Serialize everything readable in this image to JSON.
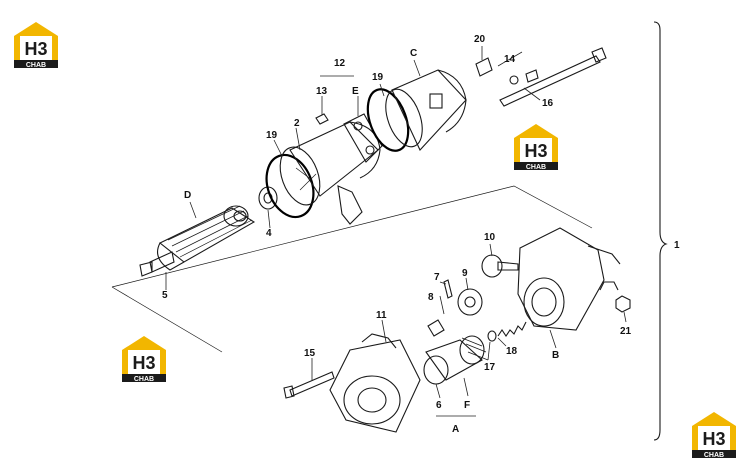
{
  "brand": {
    "logo_mark": "H3",
    "logo_caption": "CHAB",
    "logo_colors": {
      "house": "#f2b600",
      "text": "#1b1b1b",
      "caption_bg": "#1b1b1b",
      "caption_fg": "#ffffff"
    }
  },
  "callouts": {
    "c1": "1",
    "c2": "2",
    "c4": "4",
    "c5": "5",
    "c6": "6",
    "c7": "7",
    "c8": "8",
    "c9": "9",
    "c10": "10",
    "c11": "11",
    "c12": "12",
    "c13": "13",
    "c14": "14",
    "c15": "15",
    "c16": "16",
    "c17": "17",
    "c18": "18",
    "c19a": "19",
    "c19b": "19",
    "c20": "20",
    "c21": "21",
    "cA": "A",
    "cB": "B",
    "cC": "C",
    "cD": "D",
    "cE": "E",
    "cF": "F"
  },
  "icons": {
    "logo": "house-logo-icon",
    "bracket": "assembly-bracket-icon"
  }
}
